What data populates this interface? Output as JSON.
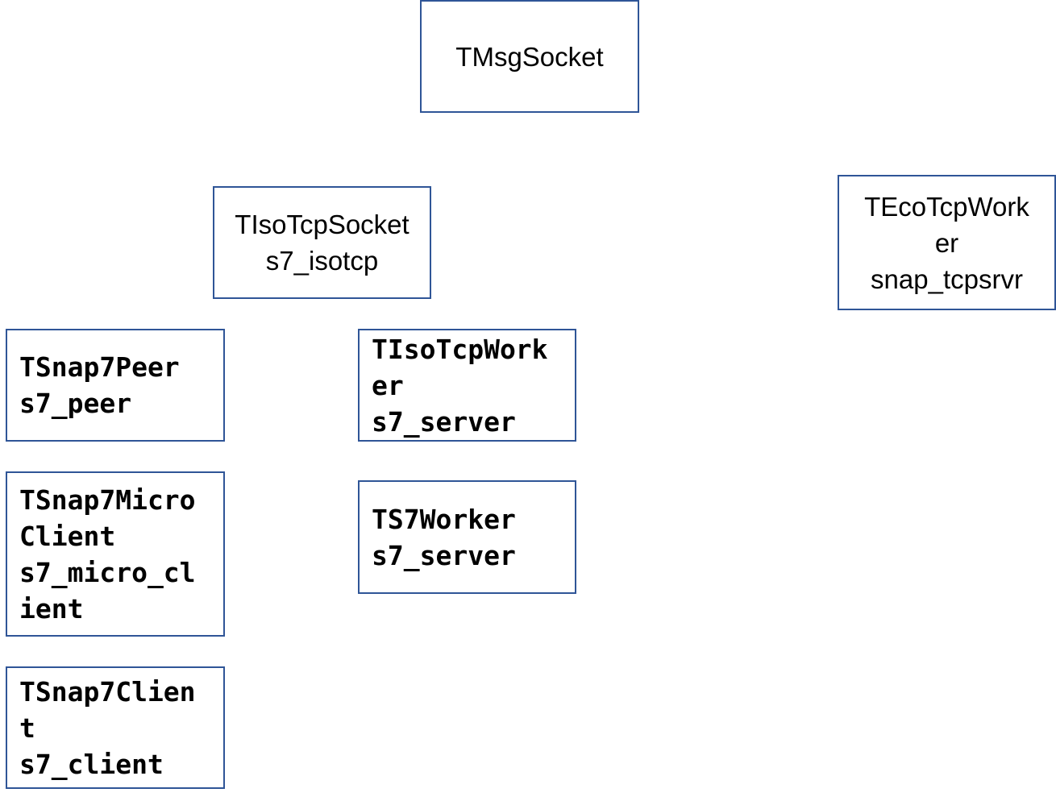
{
  "diagram": {
    "nodes": {
      "msg_socket": {
        "lines": [
          "TMsgSocket"
        ]
      },
      "iso_tcp_socket": {
        "lines": [
          "TIsoTcpSocket",
          "s7_isotcp"
        ]
      },
      "eco_tcp_worker": {
        "lines": [
          "TEcoTcpWork",
          "er",
          "snap_tcpsrvr"
        ]
      },
      "snap7_peer": {
        "lines": [
          "TSnap7Peer",
          "s7_peer"
        ]
      },
      "iso_tcp_worker": {
        "lines": [
          "TIsoTcpWork",
          "er",
          "s7_server"
        ]
      },
      "snap7_micro_client": {
        "lines": [
          "TSnap7Micro",
          "Client",
          "s7_micro_cl",
          "ient"
        ]
      },
      "s7_worker": {
        "lines": [
          "TS7Worker",
          "s7_server"
        ]
      },
      "snap7_client": {
        "lines": [
          "TSnap7Clien",
          "t",
          "s7_client"
        ]
      }
    },
    "colors": {
      "border": "#2f5597",
      "text": "#000000",
      "background": "#ffffff"
    }
  }
}
